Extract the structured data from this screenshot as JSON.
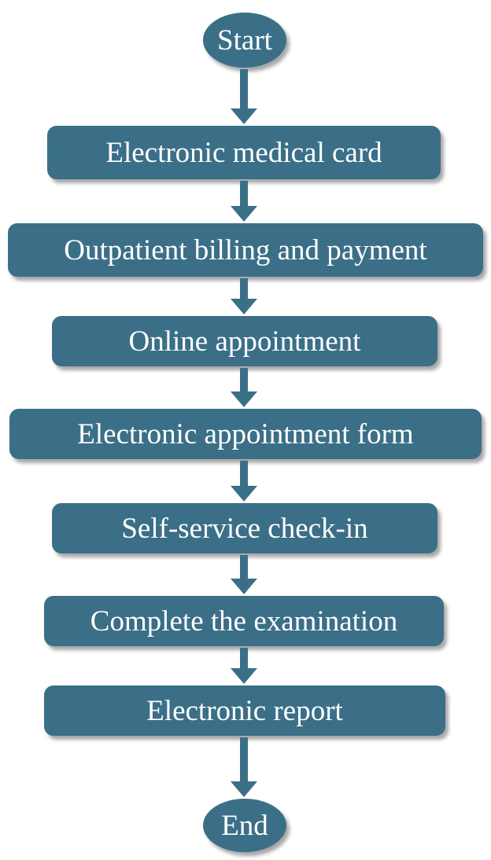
{
  "flowchart": {
    "start": "Start",
    "steps": [
      "Electronic medical card",
      "Outpatient billing and payment",
      "Online appointment",
      "Electronic appointment form",
      "Self-service check-in",
      "Complete the examination",
      "Electronic report"
    ],
    "end": "End"
  },
  "colors": {
    "node_fill": "#3b6f87",
    "node_text": "#ffffff",
    "arrow": "#3b6f87"
  }
}
